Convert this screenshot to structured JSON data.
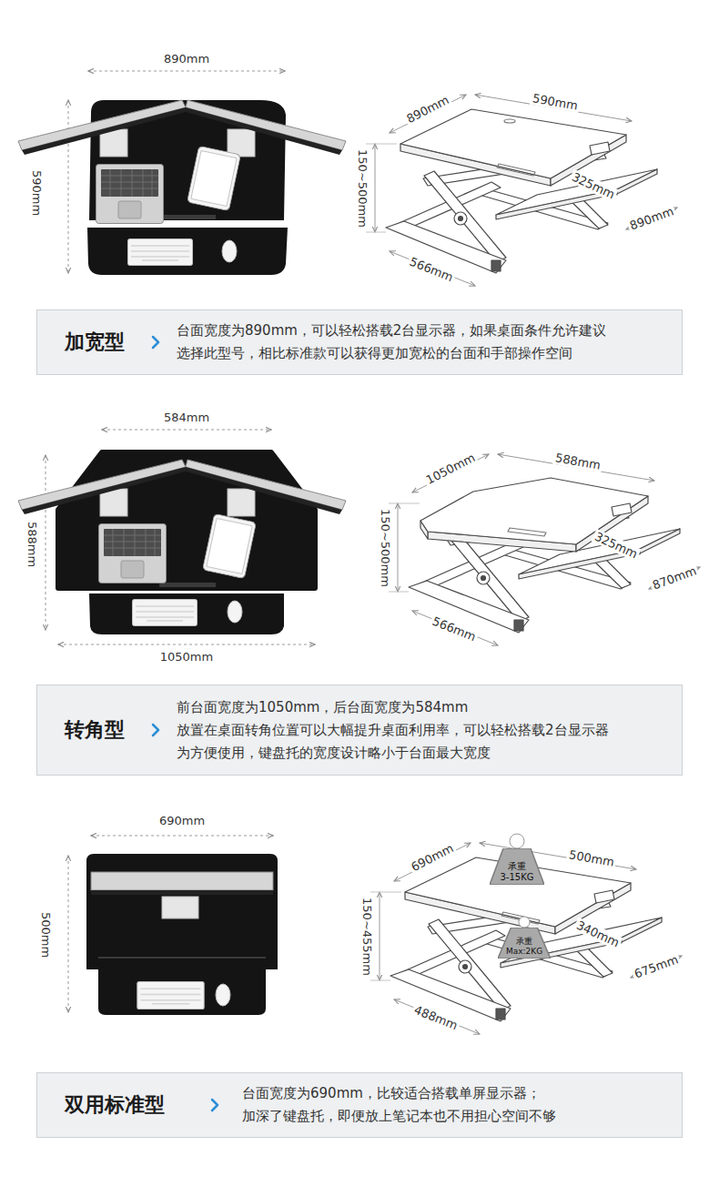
{
  "diagram": {
    "nodes": [
      {
        "text": [
          "加宽型",
          "台面宽度为890mm，可以轻松搭载2台显示器，如果桌面条件允许建议选择此型号，相比标准款可以获得更加宽松的台面和手部操作空间"
        ]
      },
      {
        "text": [
          "转角型",
          "前台面宽度为1050mm，后台面宽度为584mm",
          "放置在桌面转角位置可以大幅提升桌面利用率，可以轻松搭载2台显示器",
          "为方便使用，键盘托的宽度设计略小于台面最大宽度"
        ]
      },
      {
        "text": [
          "承重",
          "3-15KG"
        ]
      },
      {
        "text": [
          "承重",
          "Max:2KG"
        ]
      },
      {
        "text": [
          "双用标准型",
          "台面宽度为690mm，比较适合搭载单屏显示器；",
          "加深了键盘托，即便放上笔记本也不用担心空间不够"
        ]
      }
    ],
    "labels": [
      "890mm",
      "590mm",
      "890mm",
      "590mm",
      "150~500mm",
      "325mm",
      "890mm",
      "566mm",
      "584mm",
      "588mm",
      "1050mm",
      "1050mm",
      "588mm",
      "150~500mm",
      "325mm",
      "870mm",
      "566mm",
      "690mm",
      "500mm",
      "690mm",
      "500mm",
      "150~455mm",
      "340mm",
      "675mm",
      "488mm"
    ]
  }
}
